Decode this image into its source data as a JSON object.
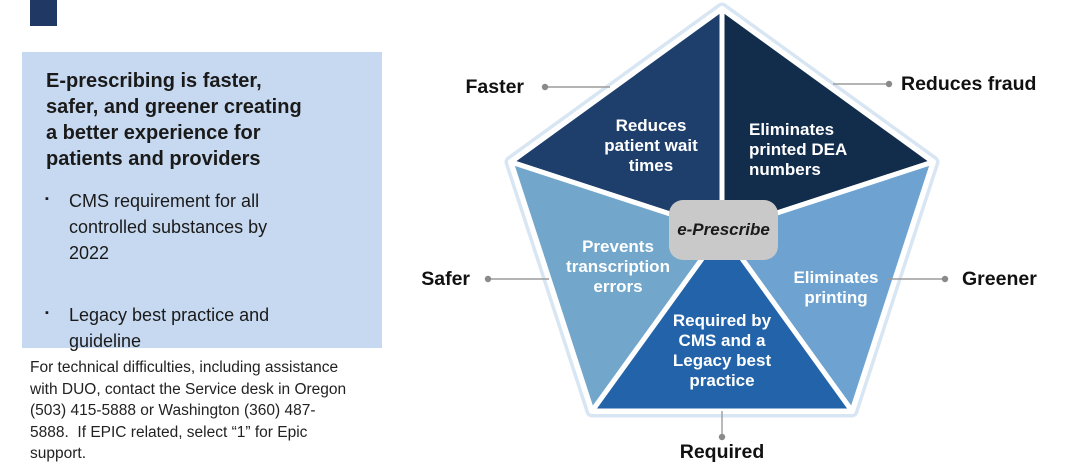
{
  "accent_square": {
    "color": "#1F3864"
  },
  "panel": {
    "bg_color": "#C7D9F0",
    "heading": "E-prescribing is faster,\nsafer, and greener creating\na better experience for\npatients and providers",
    "bullet_glyph": "▪",
    "bullets": [
      "CMS requirement for all\ncontrolled substances by\n2022",
      "Legacy best practice and\nguideline"
    ]
  },
  "footer_note": "For technical difficulties, including assistance\nwith DUO, contact the Service desk in Oregon\n(503) 415-5888 or Washington (360) 487-\n5888.  If EPIC related, select “1” for Epic\nsupport.",
  "diagram": {
    "center_label": "e-Prescribe",
    "center_bg": "#C9C9C9",
    "outline_color": "#D8E6F3",
    "connector_color": "#9b9b9b",
    "segments": [
      {
        "id": "faster",
        "callout": "Faster",
        "text": "Reduces\npatient wait\ntimes",
        "color": "#1E3F6B"
      },
      {
        "id": "reduces-fraud",
        "callout": "Reduces fraud",
        "text": "Eliminates\nprinted DEA\nnumbers",
        "color": "#122C4B"
      },
      {
        "id": "greener",
        "callout": "Greener",
        "text": "Eliminates\nprinting",
        "color": "#6EA3D1"
      },
      {
        "id": "required",
        "callout": "Required",
        "text": "Required by\nCMS and a\nLegacy best\npractice",
        "color": "#2363A9"
      },
      {
        "id": "safer",
        "callout": "Safer",
        "text": "Prevents\ntranscription\nerrors",
        "color": "#72A7CB"
      }
    ]
  }
}
